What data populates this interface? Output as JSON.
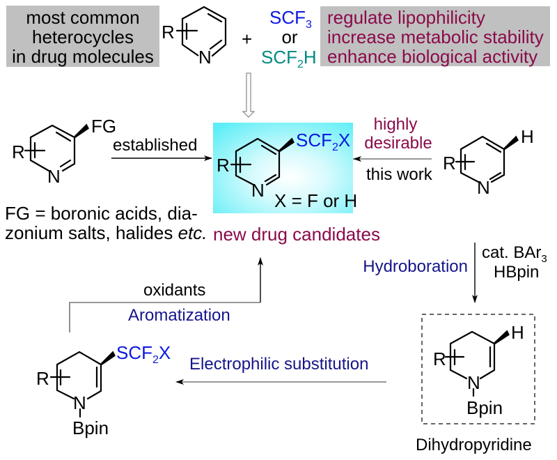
{
  "header_box_left": {
    "lines": [
      "most common",
      "heterocycles",
      "in drug molecules"
    ]
  },
  "reagents": {
    "plus": "+",
    "option_1": {
      "base": "SCF",
      "sub": "3",
      "tail": ""
    },
    "or": "or",
    "option_2": {
      "base": "SCF",
      "sub": "2",
      "tail": "H"
    }
  },
  "header_box_right": {
    "lines": [
      "regulate lipophilicity",
      "increase metabolic stability",
      "enhance biological activity"
    ]
  },
  "atoms": {
    "R": "R",
    "N": "N",
    "H": "H",
    "FG": "FG"
  },
  "established_arrow": {
    "label": "established"
  },
  "fg_note": {
    "line1": "FG =  boronic acids, dia-",
    "line2_plain": "zonium salts, halides ",
    "line2_italic": "etc."
  },
  "product": {
    "substituent": {
      "base": "SCF",
      "sub": "2",
      "tail": "X"
    },
    "note": "X = F or H",
    "caption": "new drug candidates"
  },
  "this_work_arrow": {
    "label_top_1": "highly",
    "label_top_2": "desirable",
    "label_bottom": "this work"
  },
  "hydroboration_step": {
    "name": "Hydroboration",
    "reagent_1": {
      "base": "cat. BAr",
      "sub": "3"
    },
    "reagent_2": "HBpin"
  },
  "dihydropyridine": {
    "substituent": "Bpin",
    "caption": "Dihydropyridine"
  },
  "electrophilic_step": {
    "name": "Electrophilic substitution"
  },
  "intermediate": {
    "substituent": {
      "base": "SCF",
      "sub": "2",
      "tail": "X"
    },
    "n_group": "Bpin"
  },
  "aromatization_step": {
    "reagent": "oxidants",
    "name": "Aromatization"
  },
  "colors": {
    "box_gray": "#c0c0c0",
    "product_cyan": "#7ff4fa",
    "blue": "#0a18e0",
    "teal": "#008a80",
    "maroon": "#8a0a4a",
    "navy": "#15158a"
  }
}
